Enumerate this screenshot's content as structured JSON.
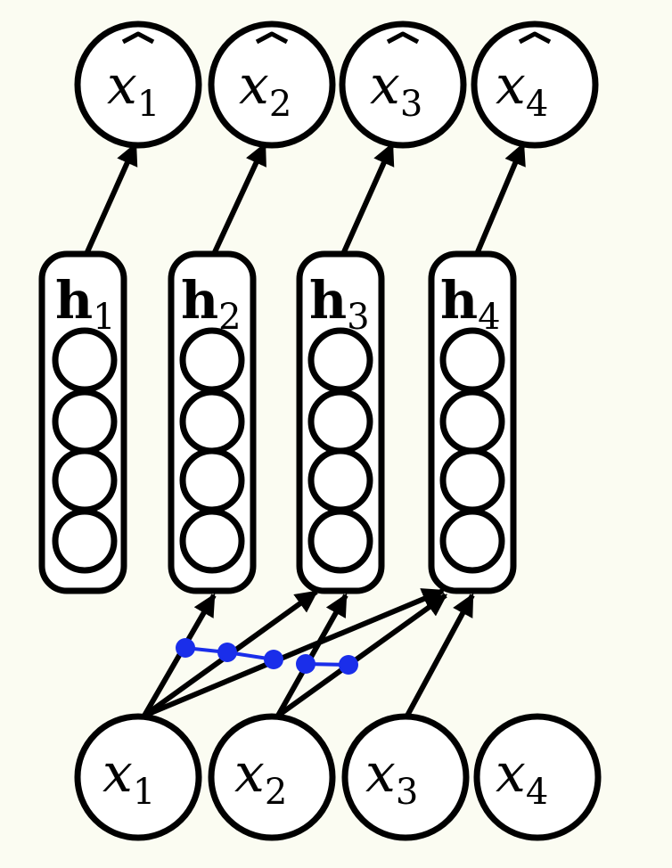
{
  "diagram": {
    "outputs": [
      {
        "symbol": "x",
        "index": "1"
      },
      {
        "symbol": "x",
        "index": "2"
      },
      {
        "symbol": "x",
        "index": "3"
      },
      {
        "symbol": "x",
        "index": "4"
      }
    ],
    "hidden": [
      {
        "symbol": "h",
        "index": "1",
        "units": 4
      },
      {
        "symbol": "h",
        "index": "2",
        "units": 4
      },
      {
        "symbol": "h",
        "index": "3",
        "units": 4
      },
      {
        "symbol": "h",
        "index": "4",
        "units": 4
      }
    ],
    "inputs": [
      {
        "symbol": "x",
        "index": "1"
      },
      {
        "symbol": "x",
        "index": "2"
      },
      {
        "symbol": "x",
        "index": "3"
      },
      {
        "symbol": "x",
        "index": "4"
      }
    ],
    "connections": [
      {
        "from": "input-1",
        "to": "hidden-2"
      },
      {
        "from": "input-1",
        "to": "hidden-3"
      },
      {
        "from": "input-1",
        "to": "hidden-4"
      },
      {
        "from": "input-2",
        "to": "hidden-3"
      },
      {
        "from": "input-2",
        "to": "hidden-4"
      },
      {
        "from": "input-3",
        "to": "hidden-4"
      },
      {
        "from": "hidden-1",
        "to": "output-1"
      },
      {
        "from": "hidden-2",
        "to": "output-2"
      },
      {
        "from": "hidden-3",
        "to": "output-3"
      },
      {
        "from": "hidden-4",
        "to": "output-4"
      }
    ],
    "colors": {
      "background": "#fbfcf2",
      "stroke": "#000000",
      "mask_marker": "#1a2eea"
    }
  }
}
